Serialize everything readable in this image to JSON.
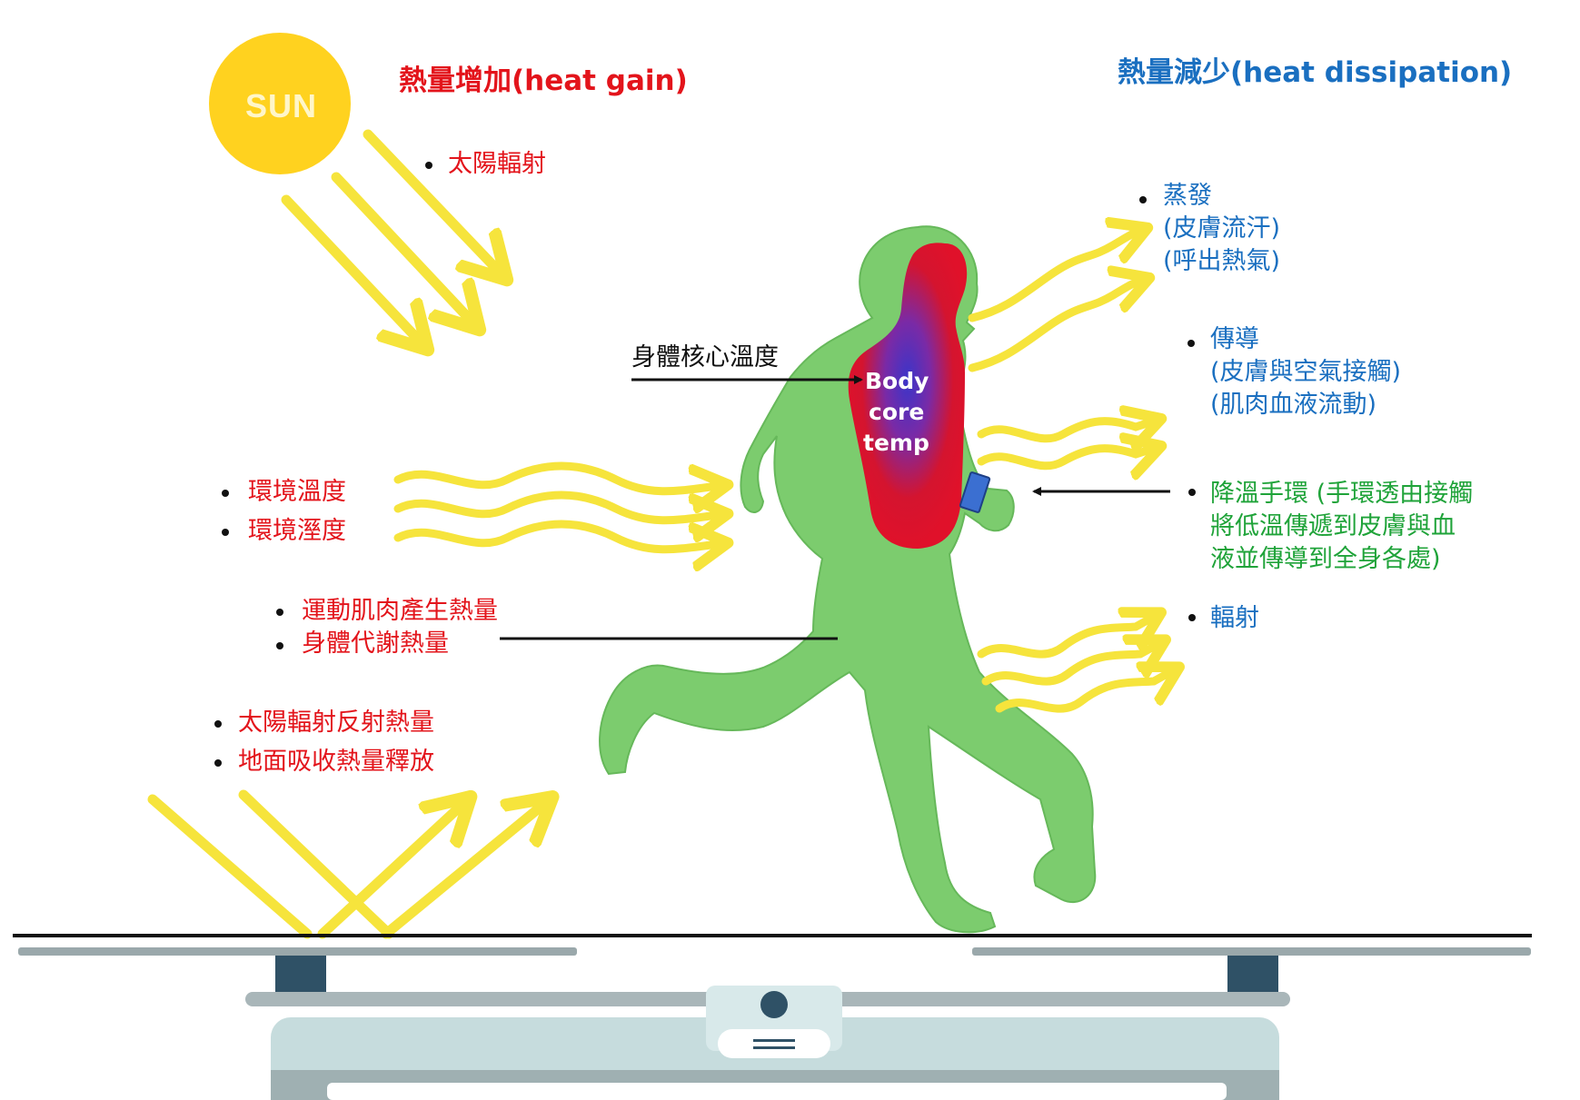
{
  "sun": {
    "label": "SUN"
  },
  "headings": {
    "gain": "熱量增加(heat gain)",
    "dissipation": "熱量減少(heat dissipation)"
  },
  "gain_items": {
    "solar_radiation": "太陽輻射",
    "env_temp": "環境溫度",
    "env_humidity": "環境溼度",
    "muscle_heat": "運動肌肉產生熱量",
    "metabolic_heat": "身體代謝熱量",
    "reflected_heat": "太陽輻射反射熱量",
    "ground_release": "地面吸收熱量釋放"
  },
  "body": {
    "core_label": "身體核心溫度",
    "core_text_1": "Body",
    "core_text_2": "core",
    "core_text_3": "temp"
  },
  "dissipation_items": {
    "evaporation": "蒸發\n(皮膚流汗)\n(呼出熱氣)",
    "conduction": "傳導\n(皮膚與空氣接觸)\n(肌肉血液流動)",
    "cooling_band": "降溫手環 (手環透由接觸\n將低溫傳遞到皮膚與血\n液並傳導到全身各處)",
    "radiation": "輻射"
  },
  "colors": {
    "heat_gain": "#e3141b",
    "heat_dissipation": "#1a6fc0",
    "cooling_band": "#1fa339",
    "body": "#7ccc6e",
    "core": "#e0112a",
    "sun": "#ffd21f",
    "arrows": "#f6e43c"
  }
}
